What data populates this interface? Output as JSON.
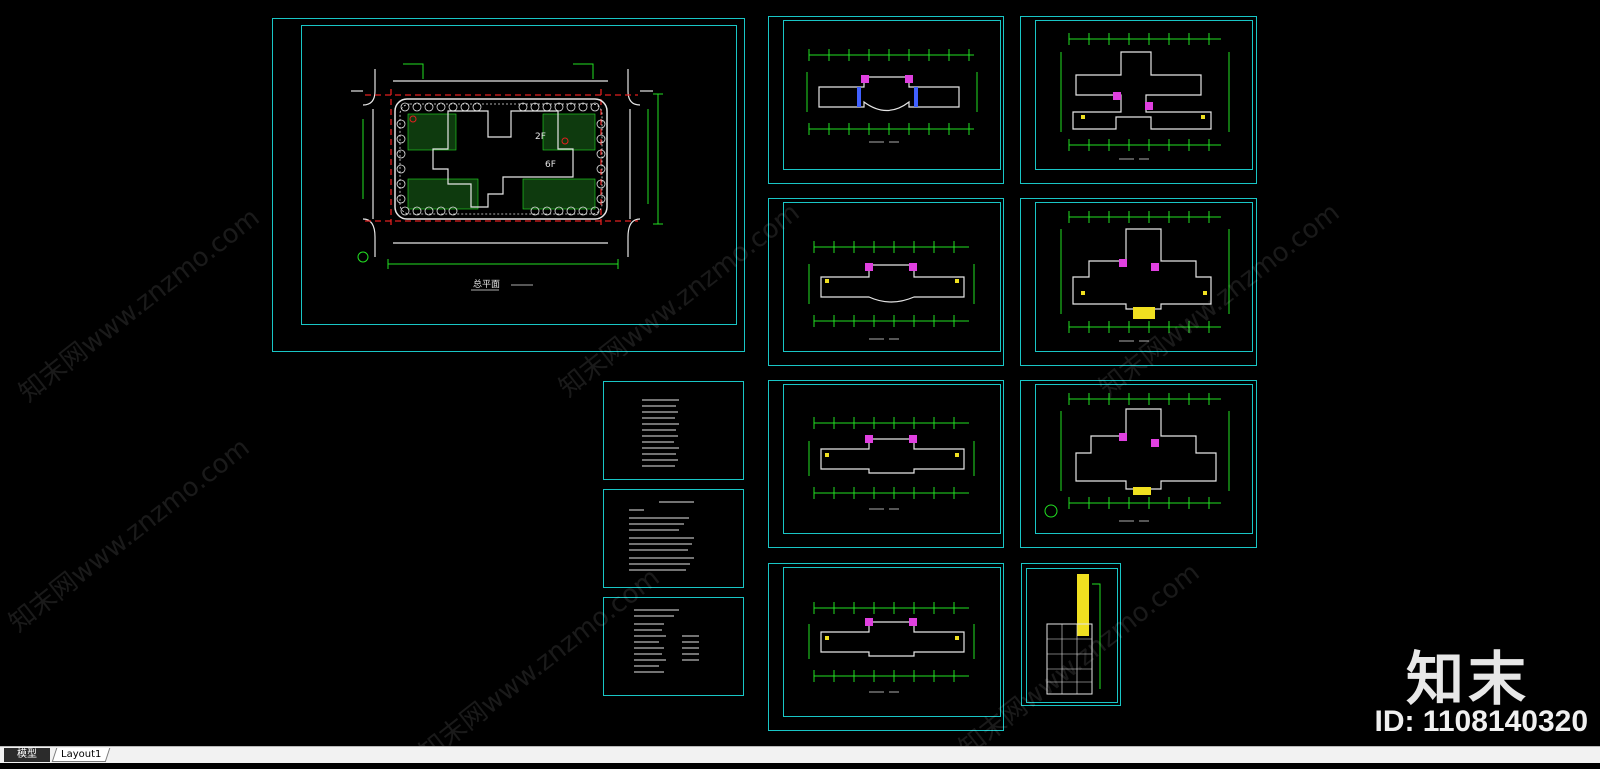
{
  "tabs": [
    {
      "label": "模型",
      "active": true
    },
    {
      "label": "Layout1",
      "active": false
    }
  ],
  "drawing_labels": {
    "site_plan_title": "总平面",
    "floor_2f": "2F",
    "floor_6f": "6F"
  },
  "branding": {
    "logo": "知末",
    "id_label": "ID: 1108140320"
  },
  "watermark": {
    "text": "知末网www.znzmo.com"
  },
  "colors": {
    "background": "#000000",
    "frame": "#19c6c6",
    "linework_green": "#22e022",
    "linework_white": "#e6e6e6",
    "accent_red": "#e02020",
    "accent_yellow": "#f0e020",
    "accent_magenta": "#e040e0",
    "accent_blue": "#4060ff"
  }
}
